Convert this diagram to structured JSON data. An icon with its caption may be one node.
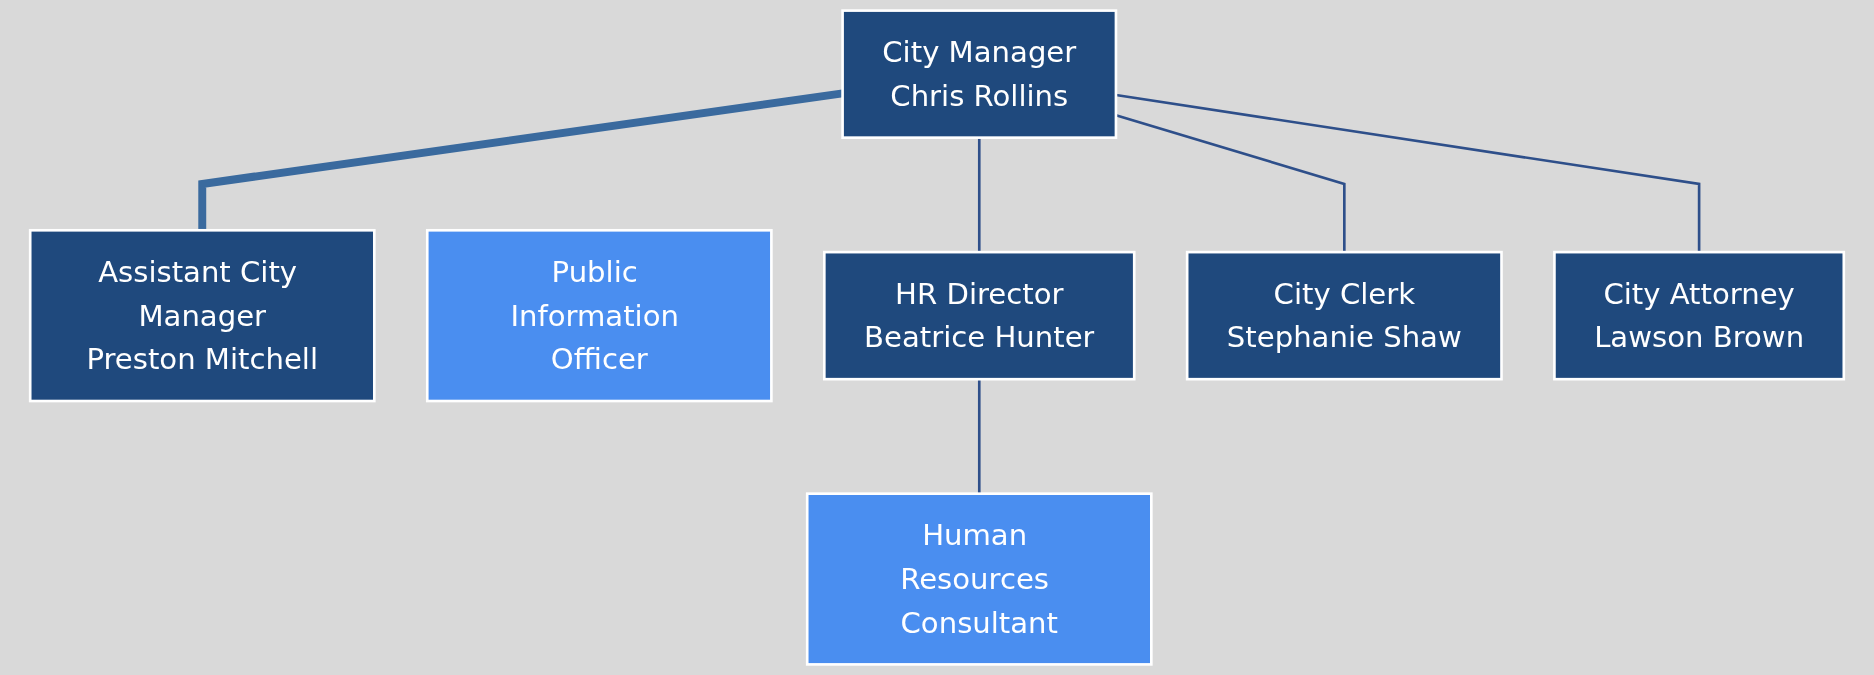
{
  "diagram": {
    "nodes": [
      {
        "text": [
          "City Manager",
          "Chris Rollins"
        ]
      },
      {
        "text": [
          "Assistant City Manager",
          "Preston Mitchell"
        ]
      },
      {
        "text": [
          "Public Information Officer"
        ]
      },
      {
        "text": [
          "HR Director",
          "Beatrice Hunter"
        ]
      },
      {
        "text": [
          "City Clerk",
          "Stephanie Shaw"
        ]
      },
      {
        "text": [
          "City Attorney",
          "Lawson Brown"
        ]
      },
      {
        "text": [
          "Human Resources Consultant"
        ]
      }
    ],
    "edges": [
      {
        "from": 0,
        "to": 1,
        "arrow": "none",
        "style": "thick",
        "color": "#3a6a9e"
      },
      {
        "from": 0,
        "to": 3,
        "arrow": "none"
      },
      {
        "from": 0,
        "to": 4,
        "arrow": "none"
      },
      {
        "from": 0,
        "to": 5,
        "arrow": "none"
      },
      {
        "from": 3,
        "to": 6,
        "arrow": "none"
      }
    ]
  }
}
